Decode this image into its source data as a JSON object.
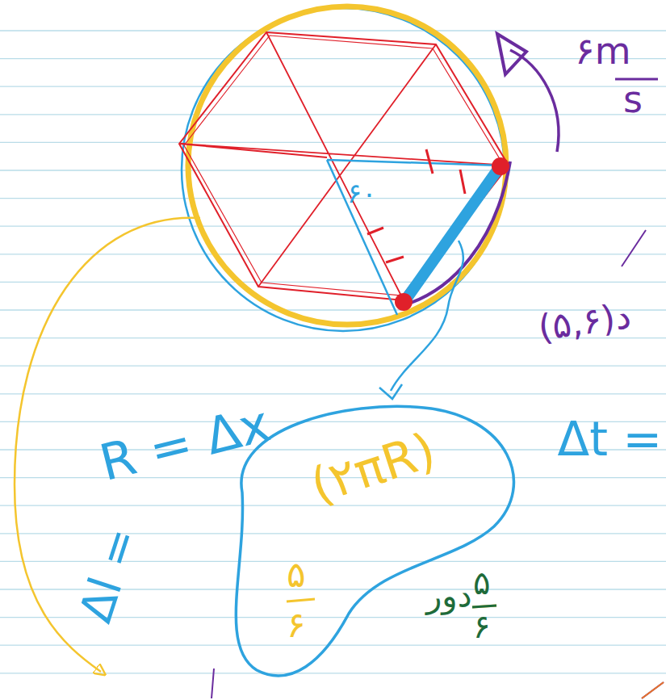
{
  "diagram": {
    "labels": [
      "۶m",
      "s",
      "۶۰",
      "د(۵,۶)",
      "R = Δx",
      "Δt =",
      "Δl =",
      "۵",
      "۶",
      "(۲πR)",
      "۵",
      "۶",
      "دور"
    ]
  }
}
